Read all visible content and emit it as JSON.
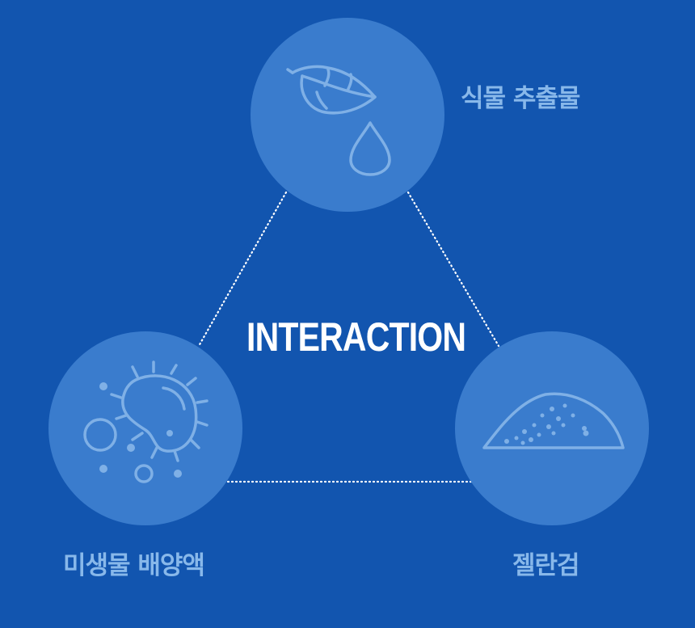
{
  "diagram": {
    "center_title": "INTERACTION",
    "nodes": [
      {
        "id": "top",
        "label": "식물 추출물",
        "icon": "leaf-drop-icon"
      },
      {
        "id": "left",
        "label": "미생물 배양액",
        "icon": "microbe-icon"
      },
      {
        "id": "right",
        "label": "젤란검",
        "icon": "powder-pile-icon"
      }
    ],
    "edges": [
      {
        "from": "top",
        "to": "left",
        "style": "dotted"
      },
      {
        "from": "top",
        "to": "right",
        "style": "dotted"
      },
      {
        "from": "left",
        "to": "right",
        "style": "dotted"
      }
    ]
  },
  "colors": {
    "background": "#1255af",
    "circle": "#3a7ccd",
    "icon_stroke": "#7fb0e6",
    "label": "#88b8ea",
    "title": "#ffffff",
    "connector": "#ffffff"
  }
}
